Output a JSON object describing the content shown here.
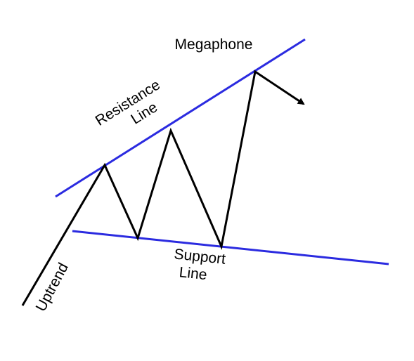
{
  "title": "Megaphone",
  "labels": {
    "resistance_line_1": "Resistance",
    "resistance_line_2": "Line",
    "support_line_1": "Support",
    "support_line_2": "Line",
    "uptrend": "Uptrend"
  },
  "colors": {
    "trend_lines": "#2b2be0",
    "price_path": "#000000",
    "background": "#ffffff"
  }
}
